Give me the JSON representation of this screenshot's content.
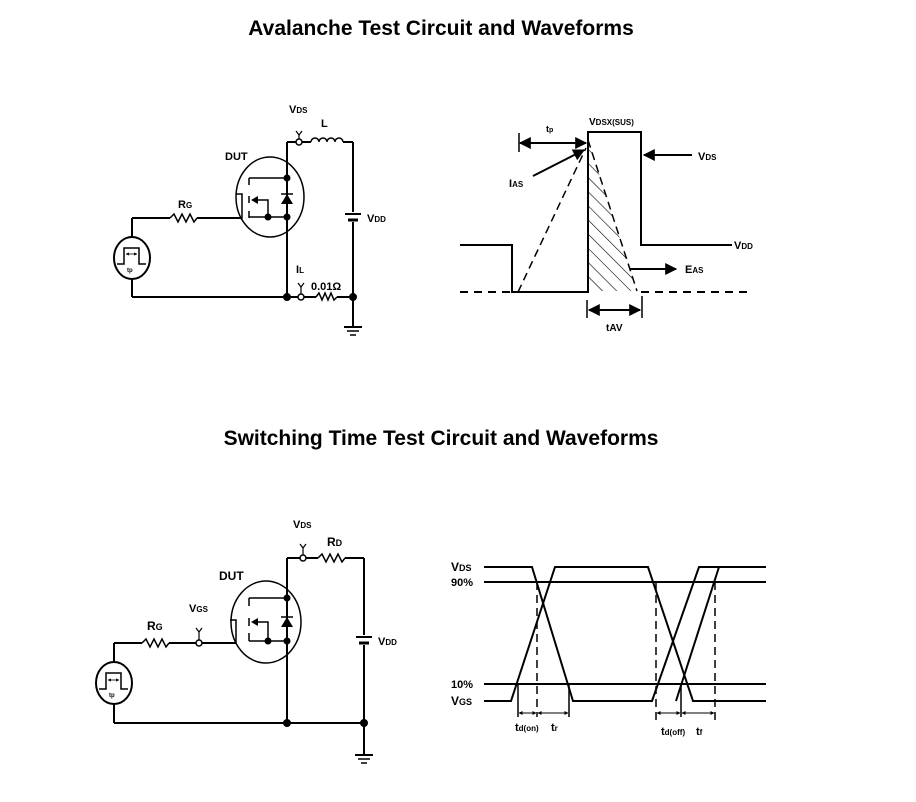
{
  "sections": [
    {
      "title": "Avalanche Test Circuit and Waveforms",
      "circuit": {
        "labels": {
          "vds_main": "V",
          "vds_sub": "DS",
          "inductor": "L",
          "dut": "DUT",
          "rg_main": "R",
          "rg_sub": "G",
          "vdd_main": "V",
          "vdd_sub": "DD",
          "il_main": "I",
          "il_sub": "L",
          "shunt": "0.01Ω",
          "pulse": "tp"
        }
      },
      "waveform": {
        "labels": {
          "tp_main": "t",
          "tp_sub": "p",
          "vdsx_main": "V",
          "vdsx_sub": "DSX(SUS)",
          "vds_main": "V",
          "vds_sub": "DS",
          "ias_main": "I",
          "ias_sub": "AS",
          "vdd_main": "V",
          "vdd_sub": "DD",
          "eas_main": "E",
          "eas_sub": "AS",
          "tav_main": "t",
          "tav_sub": "AV"
        }
      }
    },
    {
      "title": "Switching Time Test Circuit and Waveforms",
      "circuit": {
        "labels": {
          "vds_main": "V",
          "vds_sub": "DS",
          "rd_main": "R",
          "rd_sub": "D",
          "dut": "DUT",
          "vgs_main": "V",
          "vgs_sub": "GS",
          "rg_main": "R",
          "rg_sub": "G",
          "vdd_main": "V",
          "vdd_sub": "DD",
          "pulse": "tp"
        }
      },
      "waveform": {
        "labels": {
          "vds_main": "V",
          "vds_sub": "DS",
          "p90": "90%",
          "p10": "10%",
          "vgs_main": "V",
          "vgs_sub": "GS",
          "tdon_main": "t",
          "tdon_sub": "d(on)",
          "tr_main": "t",
          "tr_sub": "r",
          "tdoff_main": "t",
          "tdoff_sub": "d(off)",
          "tf_main": "t",
          "tf_sub": "f"
        }
      }
    }
  ]
}
